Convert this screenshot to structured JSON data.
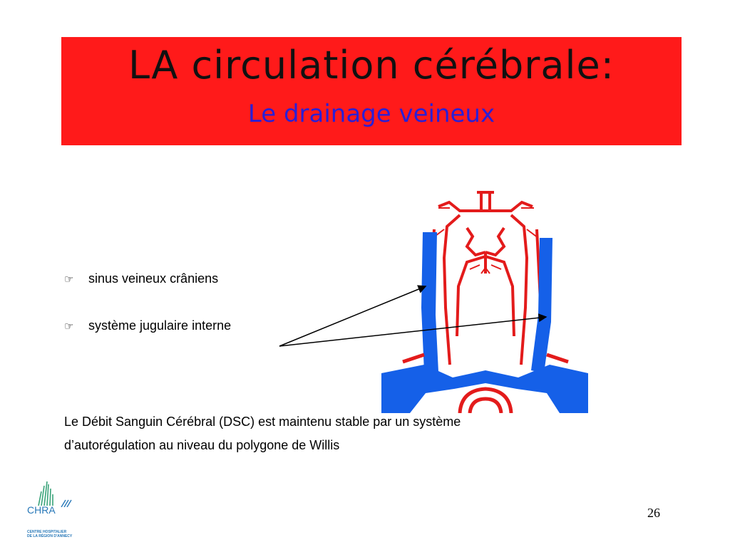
{
  "title": {
    "main": "LA circulation cérébrale:",
    "subtitle": "Le drainage veineux"
  },
  "bullets": [
    {
      "text": "sinus veineux crâniens",
      "icon": "pointing-hand-icon"
    },
    {
      "text": "système jugulaire interne",
      "icon": "pointing-hand-icon"
    }
  ],
  "paragraph": [
    "Le Débit Sanguin Cérébral (DSC) est maintenu stable par un système",
    "d’autorégulation au niveau du polygone de Willis"
  ],
  "logo": {
    "name": "CHRA",
    "subtitle_lines": [
      "CENTRE HOSPITALIER",
      "DE LA RÉGION D'ANNECY"
    ]
  },
  "page_number": "26",
  "colors": {
    "title_background": "#ff1a1a",
    "subtitle_text": "#2a1fd6",
    "vein_blue": "#1560e8",
    "artery_red": "#e31b1b",
    "logo_green": "#3aa37a",
    "logo_blue": "#2878b8"
  }
}
